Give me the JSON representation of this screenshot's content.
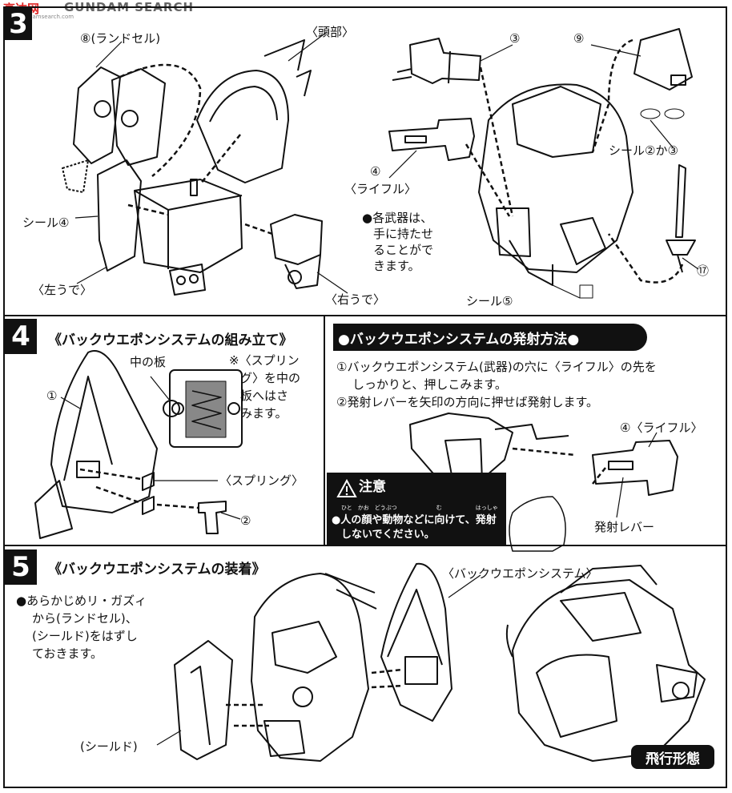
{
  "watermark": {
    "site_cn": "高达网",
    "site_en": "GUNDAM SEARCH",
    "url": "www.gundamsearch.com"
  },
  "step3": {
    "number": "3",
    "labels": {
      "randoseru": "⑧(ランドセル)",
      "head": "〈頭部〉",
      "part3": "③",
      "part9": "⑨",
      "seal23": "シール②か③",
      "rifle_num": "④",
      "rifle": "〈ライフル〉",
      "seal4": "シール④",
      "left_arm": "〈左うで〉",
      "right_arm": "〈右うで〉",
      "seal5": "シール⑤",
      "part17": "⑰"
    },
    "note_lines": [
      "●各武器は、",
      "手に持たせ",
      "ることがで",
      "きます。"
    ]
  },
  "step4": {
    "number": "4",
    "title": "《バックウエポンシステムの組み立て》",
    "inner_plate": "中の板",
    "spring_note_lines": [
      "※〈スプリン",
      "グ〉を中の",
      "板へはさ",
      "みます。"
    ],
    "part1": "①",
    "spring_label": "〈スプリング〉",
    "part2": "②",
    "method_title": "●バックウエポンシステムの発射方法●",
    "method_lines": [
      "①バックウエポンシステム(武器)の穴に〈ライフル〉の先を",
      "しっかりと、押しこみます。",
      "②発射レバーを矢印の方向に押せば発射します。"
    ],
    "rifle_label": "④〈ライフル〉",
    "lever_label": "発射レバー",
    "caution_title": "注意",
    "caution_ruby": "ひと　かお　どうぶつ　　　　　　　む　　　　　　はっしゃ",
    "caution_lines": [
      "●人の顔や動物などに向けて、発射",
      "しないでください。"
    ]
  },
  "step5": {
    "number": "5",
    "title": "《バックウエポンシステムの装着》",
    "note_lines": [
      "●あらかじめリ・ガズィ",
      "から(ランドセル)、",
      "(シールド)をはずし",
      "ておきます。"
    ],
    "bws_label": "〈バックウエポンシステム〉",
    "shield_label": "(シールド)",
    "flight_mode": "飛行形態"
  }
}
